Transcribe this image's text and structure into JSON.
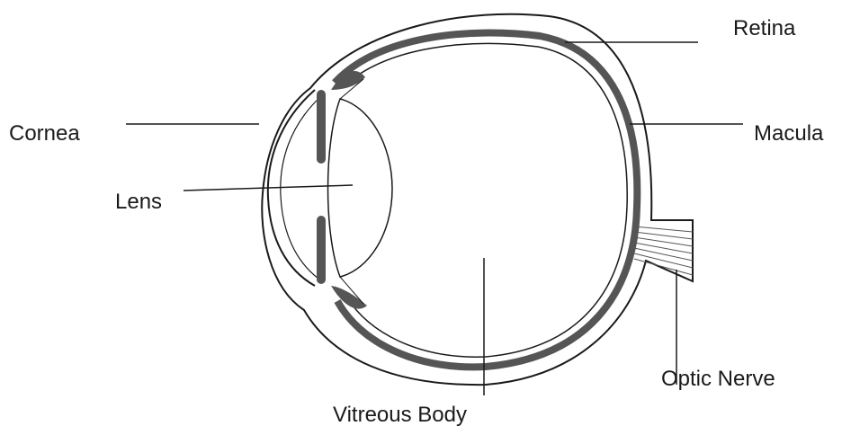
{
  "labels": {
    "retina": "Retina",
    "cornea": "Cornea",
    "macula": "Macula",
    "lens": "Lens",
    "optic_nerve": "Optic Nerve",
    "vitreous_body": "Vitreous Body"
  },
  "colors": {
    "line": "#1a1a1a",
    "tissue": "#555555",
    "background": "#ffffff"
  }
}
